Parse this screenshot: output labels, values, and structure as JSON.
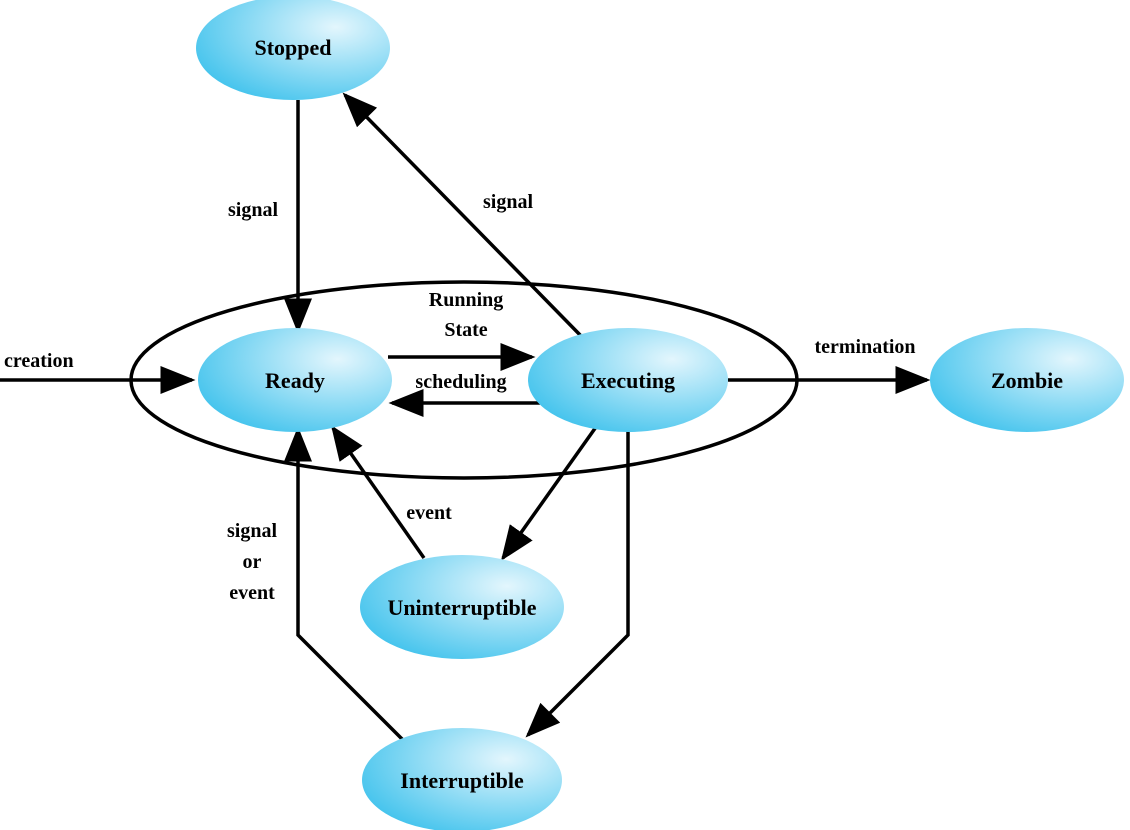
{
  "colors": {
    "node_fill_light": "#e3f6fd",
    "node_fill_dark": "#3cc1ec",
    "stroke": "#000000"
  },
  "group": {
    "label_line1": "Running",
    "label_line2": "State"
  },
  "nodes": {
    "stopped": "Stopped",
    "ready": "Ready",
    "executing": "Executing",
    "zombie": "Zombie",
    "uninterruptible": "Uninterruptible",
    "interruptible": "Interruptible"
  },
  "edges": {
    "creation": "creation",
    "signal_stopped_ready": "signal",
    "signal_executing_stopped": "signal",
    "scheduling": "scheduling",
    "termination": "termination",
    "event": "event",
    "signal_or_event_line1": "signal",
    "signal_or_event_line2": "or",
    "signal_or_event_line3": "event"
  }
}
